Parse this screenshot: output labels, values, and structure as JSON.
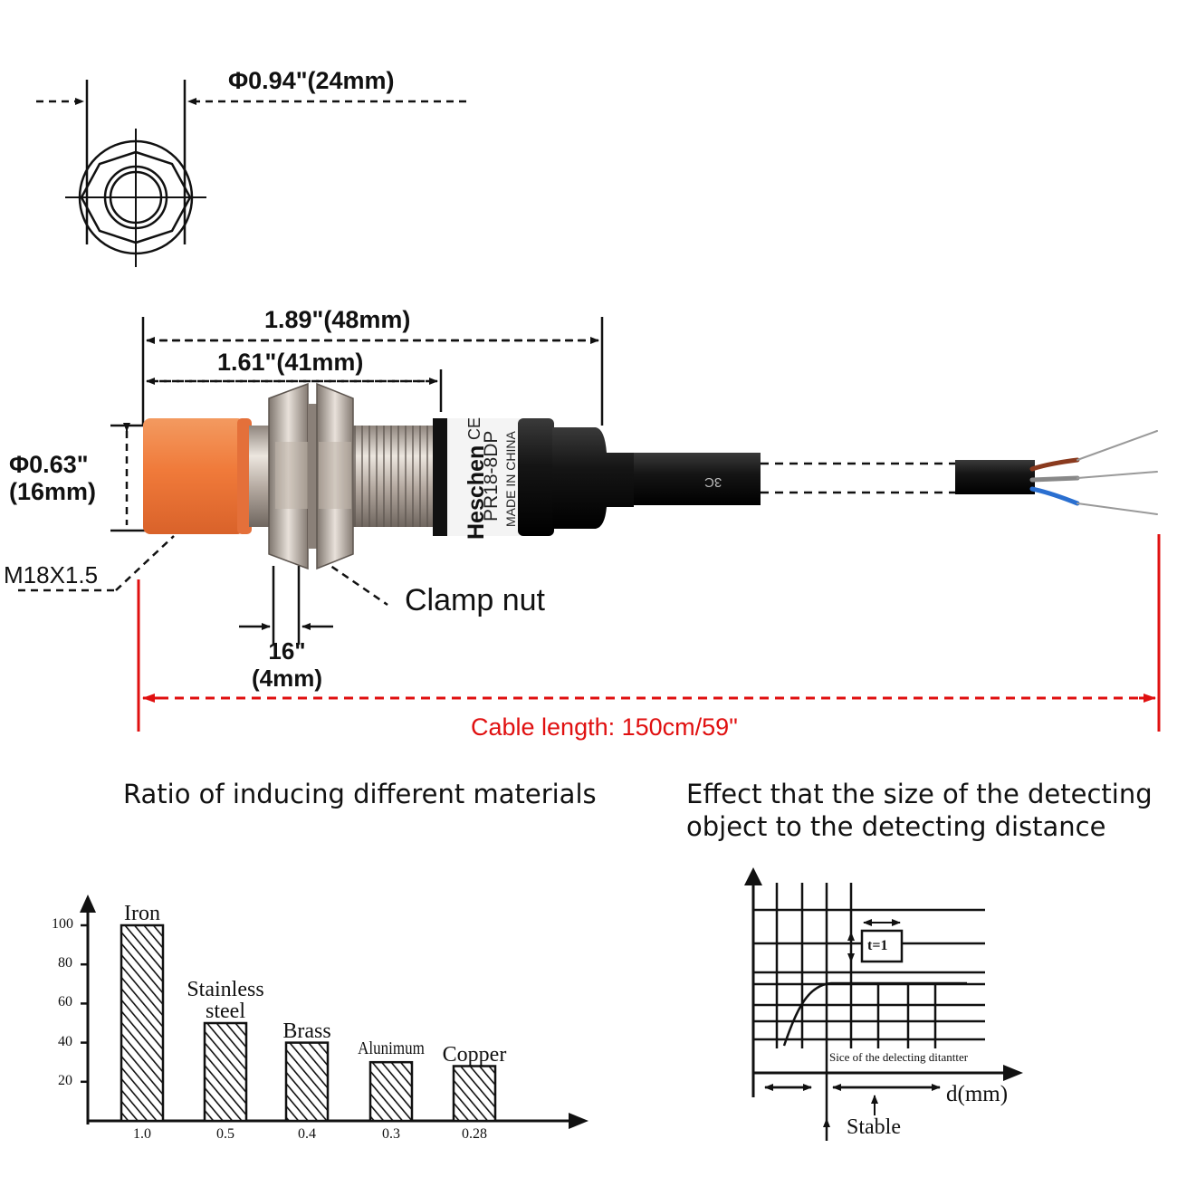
{
  "drawing": {
    "front_view": {
      "diameter_label": "Φ0.94\"(24mm)"
    },
    "side_view": {
      "total_length_label": "1.89\"(48mm)",
      "thread_length_label": "1.61\"(41mm)",
      "head_diameter_line1": "Φ0.63\"",
      "head_diameter_line2": "(16mm)",
      "thread_label": "M18X1.5",
      "clamp_nut_label": "Clamp nut",
      "nut_width_line1": "16\"",
      "nut_width_line2": "(4mm)",
      "cable_length_label": "Cable length: 150cm/59\""
    },
    "sensor_print": {
      "brand": "Heschen",
      "model": "PR18-8DP",
      "origin": "MADE IN CHINA",
      "ce_mark": "CE",
      "cable_mark": "3C"
    },
    "colors": {
      "sensor_head": "#f07a3a",
      "metal_body": "#c9bfb6",
      "cable": "#111111",
      "cable_length_marker": "#e01010",
      "wire_brown": "#8a3a1e",
      "wire_blue": "#2a6fd0"
    }
  },
  "materials_chart": {
    "caption": "Ratio of inducing different materials",
    "chart_data": {
      "type": "bar",
      "categories": [
        "Iron",
        "Stainless steel",
        "Brass",
        "Alunimum",
        "Copper"
      ],
      "category_lines": [
        [
          "Iron"
        ],
        [
          "Stainless",
          "steel"
        ],
        [
          "Brass"
        ],
        [
          "Alunimum"
        ],
        [
          "Copper"
        ]
      ],
      "x_tick_labels": [
        "1.0",
        "0.5",
        "0.4",
        "0.3",
        "0.28"
      ],
      "values": [
        100,
        50,
        40,
        30,
        28
      ],
      "y_ticks": [
        "100",
        "80",
        "60",
        "40",
        "20"
      ],
      "y_tick_values": [
        100,
        80,
        60,
        40,
        20
      ],
      "ylim": [
        0,
        100
      ],
      "bar_fill": "hatched"
    }
  },
  "distance_chart": {
    "caption_line1": "Effect that the size of the detecting",
    "caption_line2": "object to the detecting distance",
    "inner_label": "Sice of the delecting ditantter",
    "t_label": "t=1",
    "x_axis_label": "d(mm)",
    "stable_label": "Stable"
  }
}
